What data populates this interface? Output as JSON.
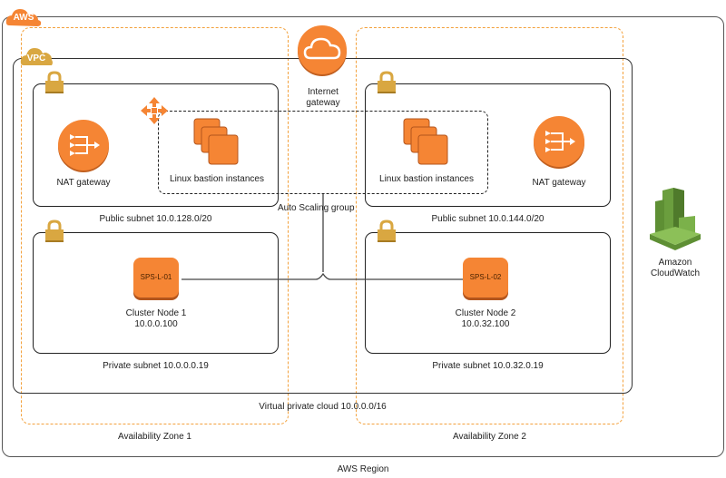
{
  "badges": {
    "aws": "AWS",
    "vpc": "VPC"
  },
  "region": {
    "label": "AWS Region"
  },
  "vpc": {
    "label": "Virtual private cloud 10.0.0.0/16"
  },
  "availability_zones": [
    {
      "label": "Availability Zone 1"
    },
    {
      "label": "Availability Zone 2"
    }
  ],
  "internet_gateway": {
    "label_line1": "Internet",
    "label_line2": "gateway"
  },
  "auto_scaling_group": {
    "label": "Auto Scaling group"
  },
  "public_subnets": [
    {
      "label": "Public subnet 10.0.128.0/20",
      "nat_label": "NAT gateway",
      "bastion_label": "Linux bastion instances"
    },
    {
      "label": "Public subnet 10.0.144.0/20",
      "nat_label": "NAT gateway",
      "bastion_label": "Linux bastion instances"
    }
  ],
  "private_subnets": [
    {
      "label": "Private subnet 10.0.0.0.19",
      "node_id": "SPS-L-01",
      "node_name": "Cluster Node 1",
      "node_ip": "10.0.0.100"
    },
    {
      "label": "Private subnet 10.0.32.0.19",
      "node_id": "SPS-L-02",
      "node_name": "Cluster Node 2",
      "node_ip": "10.0.32.100"
    }
  ],
  "cloudwatch": {
    "label_line1": "Amazon",
    "label_line2": "CloudWatch"
  },
  "colors": {
    "aws_orange": "#f58534",
    "az_dash": "#f3a13c",
    "vpc_gold": "#d9a741",
    "cloudwatch_green": "#6b9e3e"
  }
}
